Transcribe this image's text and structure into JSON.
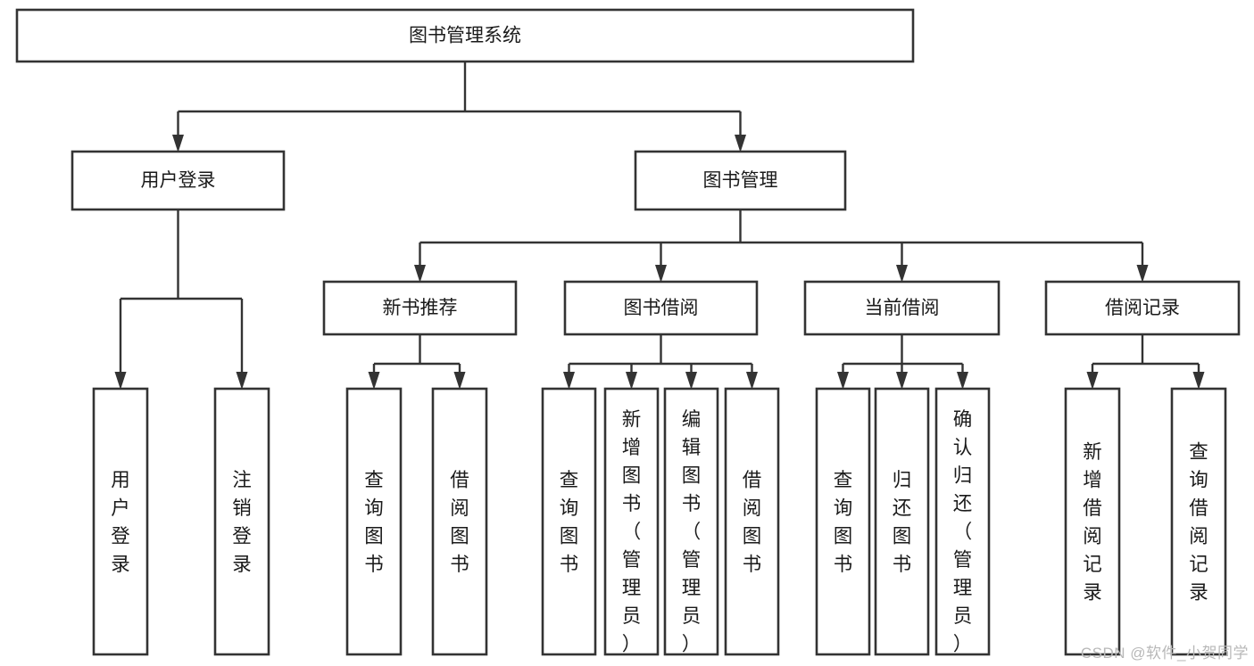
{
  "diagram": {
    "title": "图书管理系统",
    "type": "tree",
    "watermark": "CSDN @软件_小贺同学",
    "colors": {
      "box_stroke": "#333333",
      "box_fill": "#ffffff",
      "edge": "#333333",
      "text": "#1a1a1a",
      "watermark": "#b8b8b8",
      "background": "#ffffff"
    },
    "nodes": {
      "root": {
        "label": "图书管理系统",
        "orientation": "horizontal",
        "level": 0
      },
      "user_login": {
        "label": "用户登录",
        "orientation": "horizontal",
        "level": 1
      },
      "book_manage": {
        "label": "图书管理",
        "orientation": "horizontal",
        "level": 1
      },
      "new_book_rec": {
        "label": "新书推荐",
        "orientation": "horizontal",
        "level": 2
      },
      "book_borrow": {
        "label": "图书借阅",
        "orientation": "horizontal",
        "level": 2
      },
      "current_borrow": {
        "label": "当前借阅",
        "orientation": "horizontal",
        "level": 2
      },
      "borrow_record": {
        "label": "借阅记录",
        "orientation": "horizontal",
        "level": 2
      },
      "leaf_user_login": {
        "label": "用户登录",
        "orientation": "vertical",
        "level": 3
      },
      "leaf_logout": {
        "label": "注销登录",
        "orientation": "vertical",
        "level": 3
      },
      "leaf_query_book_1": {
        "label": "查询图书",
        "orientation": "vertical",
        "level": 3
      },
      "leaf_borrow_book_1": {
        "label": "借阅图书",
        "orientation": "vertical",
        "level": 3
      },
      "leaf_query_book_2": {
        "label": "查询图书",
        "orientation": "vertical",
        "level": 3
      },
      "leaf_add_book": {
        "label": "新增图书（管理员）",
        "orientation": "vertical",
        "level": 3
      },
      "leaf_edit_book": {
        "label": "编辑图书（管理员）",
        "orientation": "vertical",
        "level": 3
      },
      "leaf_borrow_book_2": {
        "label": "借阅图书",
        "orientation": "vertical",
        "level": 3
      },
      "leaf_query_book_3": {
        "label": "查询图书",
        "orientation": "vertical",
        "level": 3
      },
      "leaf_return_book": {
        "label": "归还图书",
        "orientation": "vertical",
        "level": 3
      },
      "leaf_confirm_return": {
        "label": "确认归还（管理员）",
        "orientation": "vertical",
        "level": 3
      },
      "leaf_add_record": {
        "label": "新增借阅记录",
        "orientation": "vertical",
        "level": 3
      },
      "leaf_query_record": {
        "label": "查询借阅记录",
        "orientation": "vertical",
        "level": 3
      }
    },
    "edges": [
      {
        "from": "root",
        "to": "user_login"
      },
      {
        "from": "root",
        "to": "book_manage"
      },
      {
        "from": "book_manage",
        "to": "new_book_rec"
      },
      {
        "from": "book_manage",
        "to": "book_borrow"
      },
      {
        "from": "book_manage",
        "to": "current_borrow"
      },
      {
        "from": "book_manage",
        "to": "borrow_record"
      },
      {
        "from": "user_login",
        "to": "leaf_user_login"
      },
      {
        "from": "user_login",
        "to": "leaf_logout"
      },
      {
        "from": "new_book_rec",
        "to": "leaf_query_book_1"
      },
      {
        "from": "new_book_rec",
        "to": "leaf_borrow_book_1"
      },
      {
        "from": "book_borrow",
        "to": "leaf_query_book_2"
      },
      {
        "from": "book_borrow",
        "to": "leaf_add_book"
      },
      {
        "from": "book_borrow",
        "to": "leaf_edit_book"
      },
      {
        "from": "book_borrow",
        "to": "leaf_borrow_book_2"
      },
      {
        "from": "current_borrow",
        "to": "leaf_query_book_3"
      },
      {
        "from": "current_borrow",
        "to": "leaf_return_book"
      },
      {
        "from": "current_borrow",
        "to": "leaf_confirm_return"
      },
      {
        "from": "borrow_record",
        "to": "leaf_add_record"
      },
      {
        "from": "borrow_record",
        "to": "leaf_query_record"
      }
    ]
  }
}
